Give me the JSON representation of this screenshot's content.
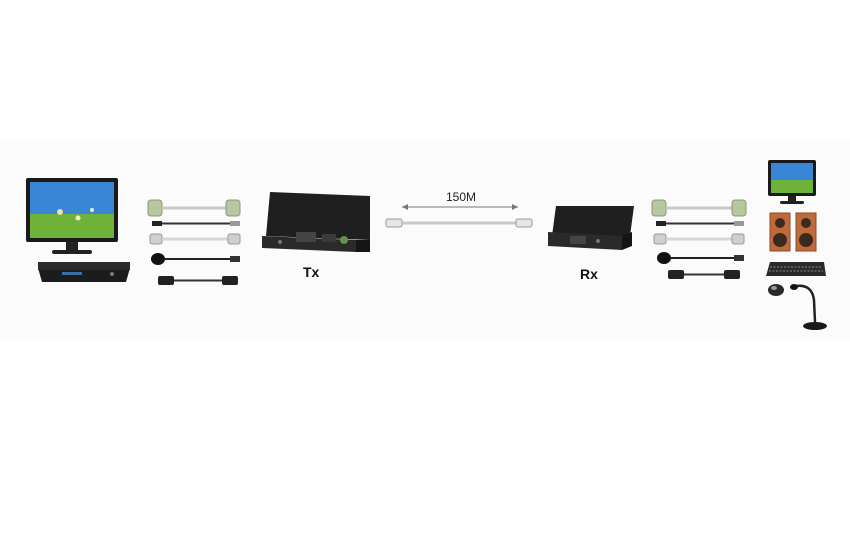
{
  "transmitter": {
    "label": "Tx"
  },
  "receiver": {
    "label": "Rx"
  },
  "link": {
    "distance_label": "150M"
  },
  "sources": {
    "items": [
      {
        "icon": "monitor-icon"
      },
      {
        "icon": "set-top-box-icon"
      }
    ]
  },
  "destinations": {
    "items": [
      {
        "icon": "monitor-icon"
      },
      {
        "icon": "speakers-icon"
      },
      {
        "icon": "keyboard-icon"
      },
      {
        "icon": "mouse-icon"
      },
      {
        "icon": "microphone-icon"
      }
    ]
  },
  "cables": {
    "types": [
      "vga-cable",
      "audio-cable",
      "ps2-cable",
      "usb-cable",
      "rj45-cable"
    ]
  },
  "colors": {
    "device_body": "#1f1f1f",
    "cable": "#c9c9c9",
    "screen_sky": "#3a86d6",
    "screen_grass": "#6fb23a",
    "speaker_wood": "#c06a3c"
  }
}
